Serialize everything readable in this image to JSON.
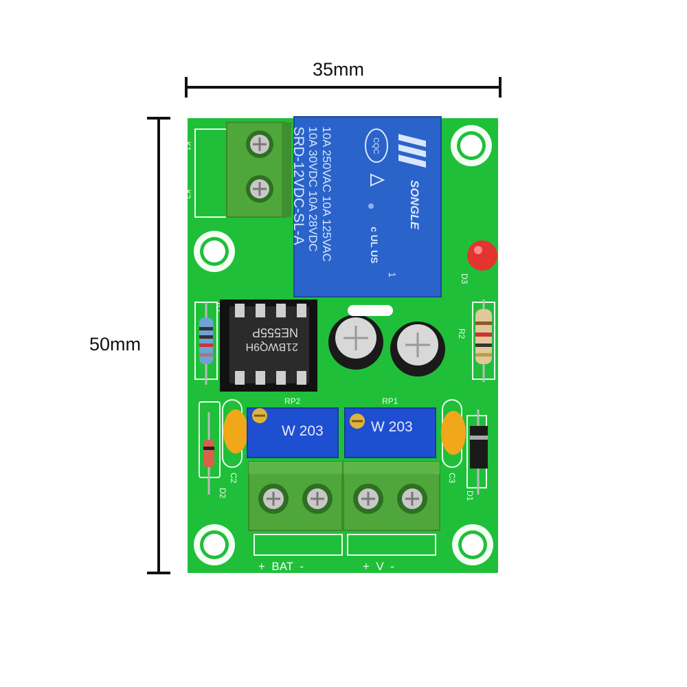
{
  "dimensions": {
    "width_label": "35mm",
    "height_label": "50mm"
  },
  "relay": {
    "lines": [
      "10A 250VAC 10A 125VAC",
      "10A 30VDC 10A 28VDC",
      "SRD-12VDC-SL-A"
    ],
    "brand": "SONGLE",
    "cqc": "CQC",
    "ul": "c UL US",
    "pin": "1"
  },
  "ic": {
    "line1": "NE555P",
    "line2": "21BWQ9H"
  },
  "potentiometers": {
    "rp2": {
      "label": "RP2",
      "code": "W 203"
    },
    "rp1": {
      "label": "RP1",
      "code": "W 203"
    }
  },
  "silkscreen": {
    "k1": "K1",
    "k2": "K2",
    "r1": "R1",
    "r2": "R2",
    "d1": "D1",
    "d2": "D2",
    "d3": "D3",
    "c2": "C2",
    "c3": "C3",
    "bat": "+  BAT  -",
    "v": "+  V  -"
  },
  "colors": {
    "pcb": "#1fbf3a",
    "relay": "#2a63c9",
    "terminal": "#4fa63a",
    "pot": "#1f4fd1"
  }
}
